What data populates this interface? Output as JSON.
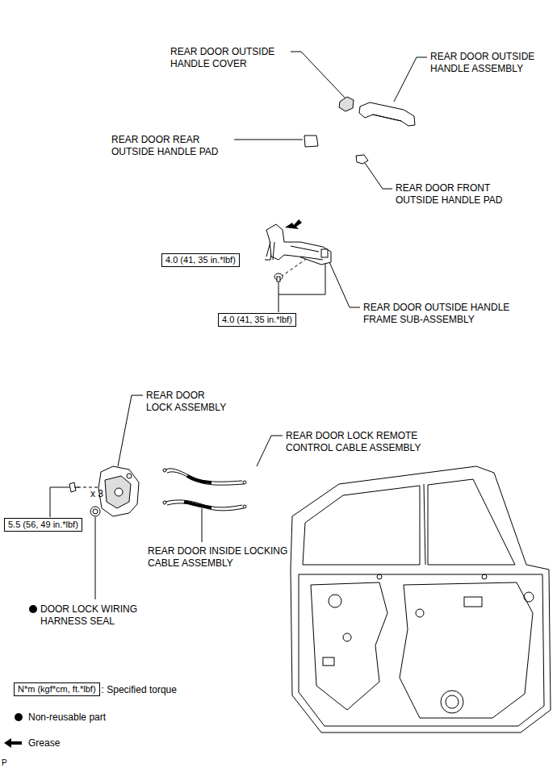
{
  "diagram": {
    "nodes": [
      {
        "text": [
          "4.0 (41, 35 in.*lbf)"
        ]
      },
      {
        "text": [
          "4.0 (41, 35 in.*lbf)"
        ]
      },
      {
        "text": [
          "5.5 (56, 49 in.*lbf)"
        ]
      },
      {
        "text": [
          "N*m (kgf*cm, ft.*lbf)"
        ]
      }
    ],
    "labels": [
      "REAR DOOR OUTSIDE HANDLE COVER",
      "REAR DOOR OUTSIDE HANDLE ASSEMBLY",
      "REAR DOOR REAR OUTSIDE HANDLE PAD",
      "REAR DOOR FRONT OUTSIDE HANDLE PAD",
      "REAR DOOR OUTSIDE HANDLE FRAME SUB-ASSEMBLY",
      "REAR DOOR LOCK ASSEMBLY",
      "REAR DOOR LOCK REMOTE CONTROL CABLE ASSEMBLY",
      "REAR DOOR INSIDE LOCKING CABLE ASSEMBLY",
      "x 3",
      "DOOR LOCK WIRING HARNESS SEAL",
      "P"
    ],
    "legend": [
      {
        "text": ": Specified torque"
      },
      {
        "text": "Non-reusable part"
      },
      {
        "text": "Grease"
      }
    ]
  }
}
